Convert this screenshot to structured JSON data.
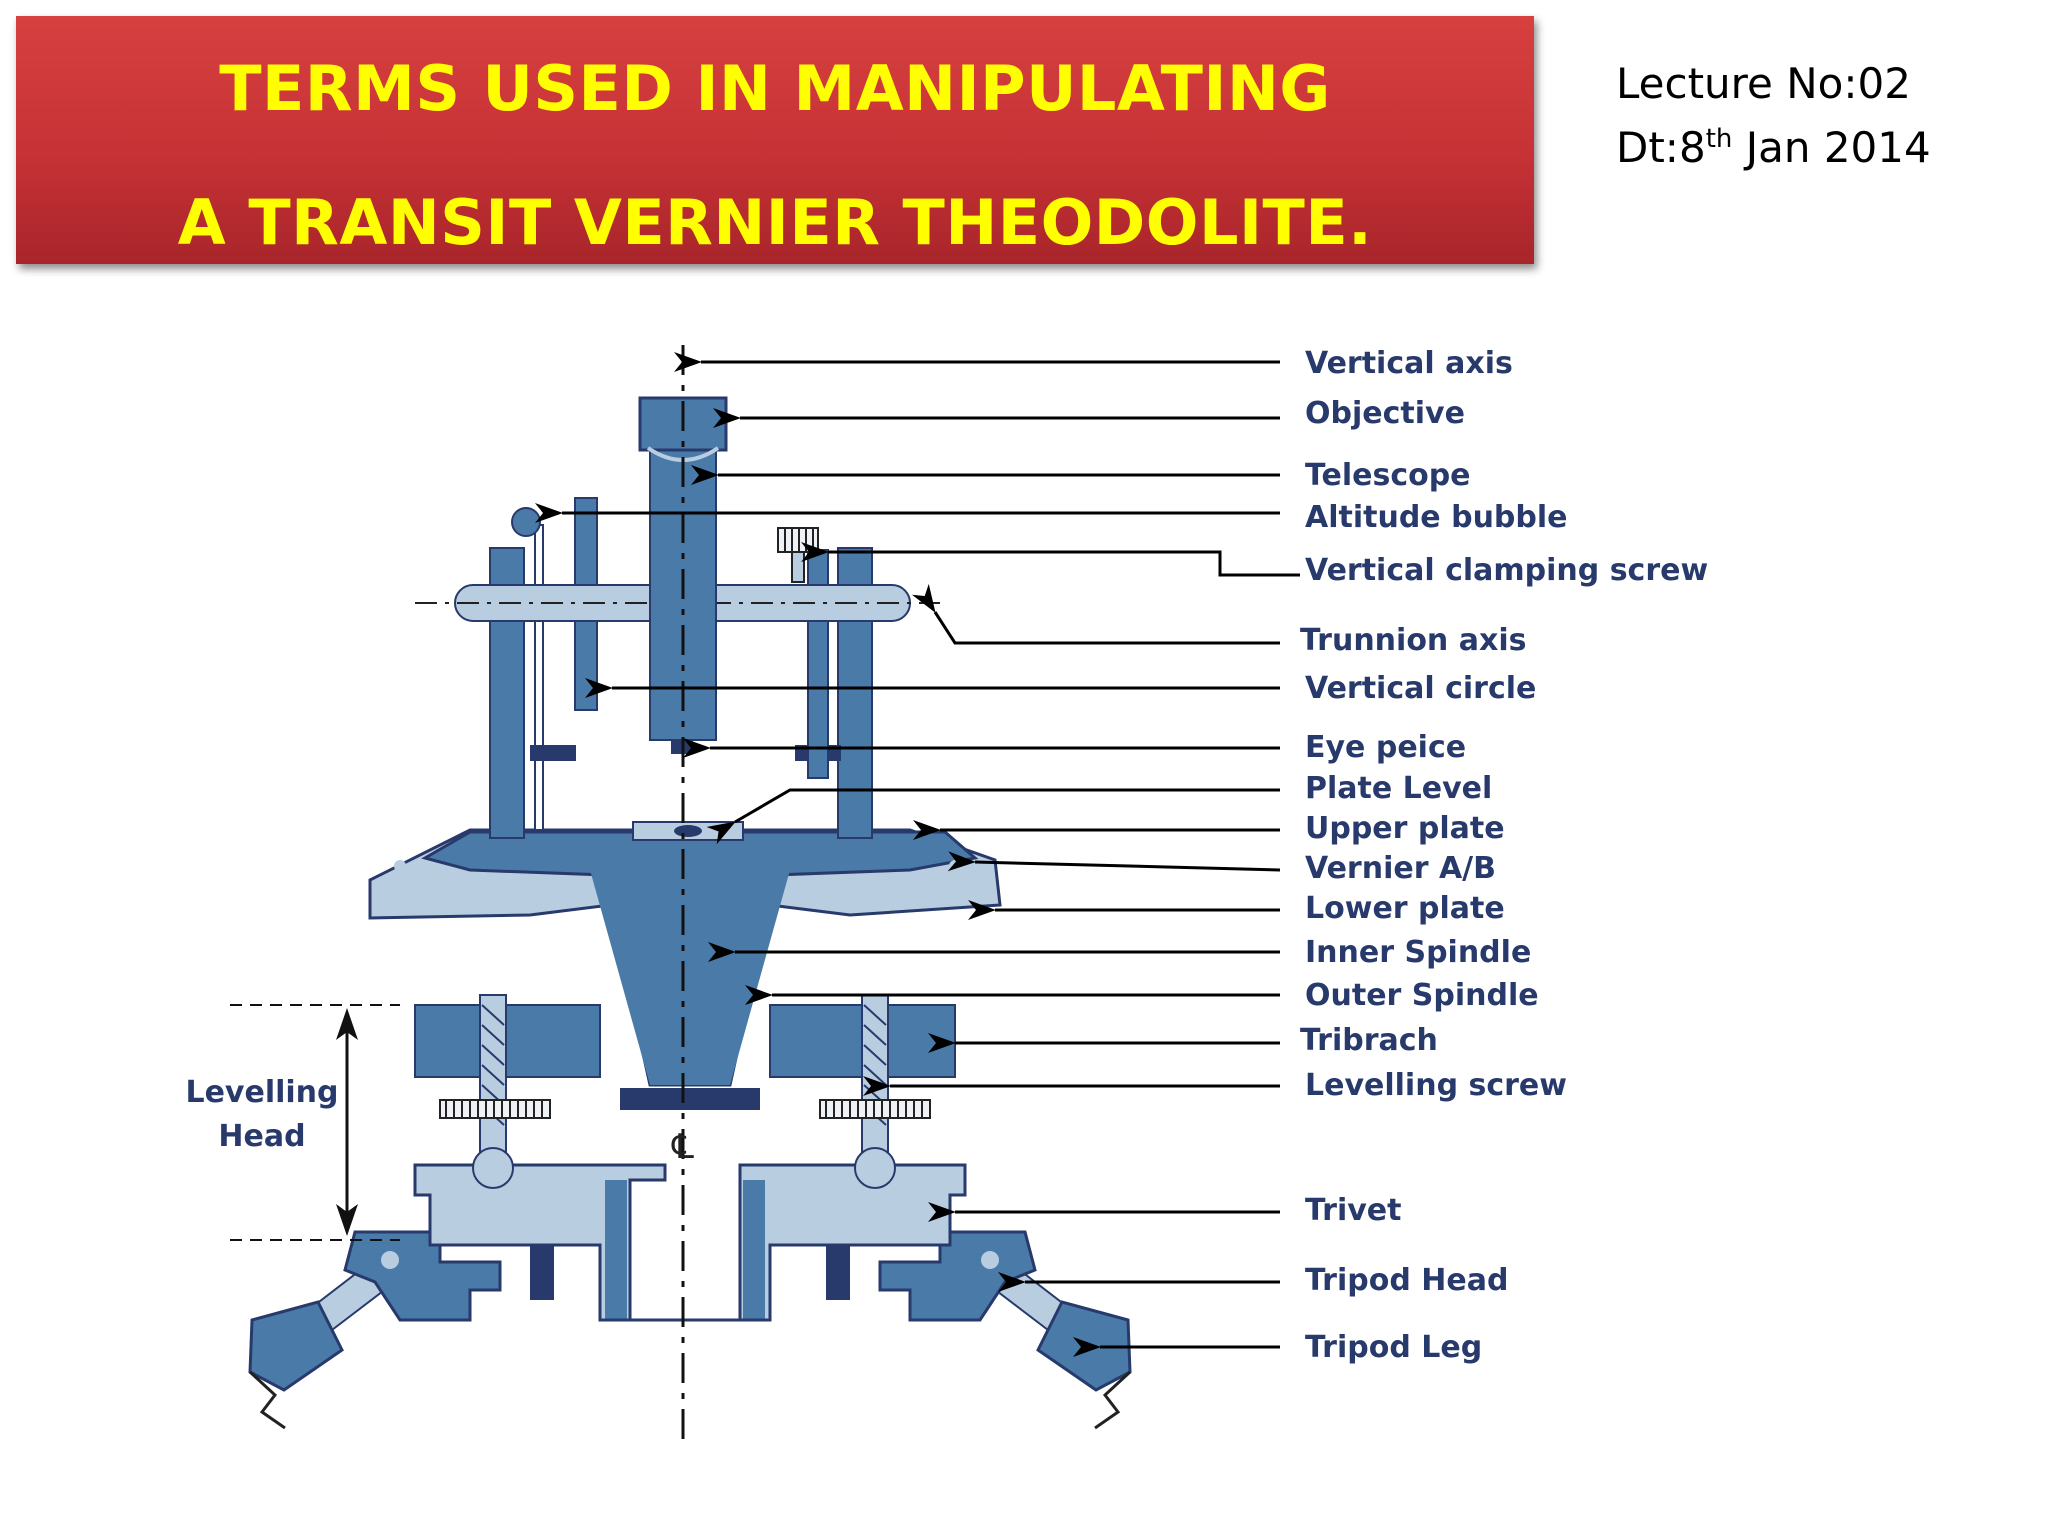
{
  "title": {
    "line1": "TERMS USED IN MANIPULATING",
    "line2": "A TRANSIT VERNIER THEODOLITE."
  },
  "lecture": {
    "number": "Lecture No:02",
    "date_prefix": "Dt:8",
    "date_sup": "th",
    "date_suffix": " Jan 2014"
  },
  "diagram": {
    "labels": {
      "vertical_axis": "Vertical axis",
      "objective": "Objective",
      "telescope": "Telescope",
      "altitude_bubble": "Altitude bubble",
      "vertical_clamping_screw": "Vertical clamping screw",
      "trunnion_axis": "Trunnion axis",
      "vertical_circle": "Vertical circle",
      "eye_piece": "Eye peice",
      "plate_level": "Plate Level",
      "upper_plate": "Upper plate",
      "vernier_ab": "Vernier A/B",
      "lower_plate": "Lower plate",
      "inner_spindle": "Inner Spindle",
      "outer_spindle": "Outer Spindle",
      "tribrach": "Tribrach",
      "levelling_screw": "Levelling screw",
      "trivet": "Trivet",
      "tripod_head": "Tripod Head",
      "tripod_leg": "Tripod Leg"
    },
    "levelling_head": {
      "line1": "Levelling",
      "line2": "Head"
    },
    "centre_symbol": "℄",
    "colors": {
      "dark_blue": "#4a7aa8",
      "light_blue": "#b9cde0",
      "deep_navy": "#283a6b",
      "title_red": "#c73236",
      "title_yellow": "#ffff00"
    }
  }
}
